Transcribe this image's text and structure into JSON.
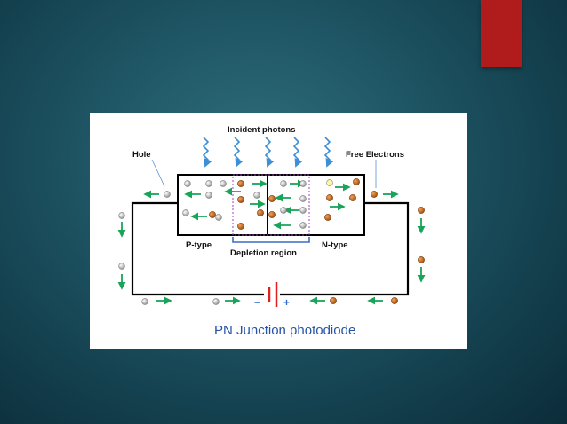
{
  "slide": {
    "accent_color": "#b01c1c",
    "background_color": "#1e5463"
  },
  "diagram": {
    "label_incident_photons": "Incident photons",
    "label_hole": "Hole",
    "label_free_electrons": "Free Electrons",
    "label_p_type": "P-type",
    "label_n_type": "N-type",
    "label_depletion_region": "Depletion region",
    "battery_minus": "−",
    "battery_plus": "+",
    "caption": "PN Junction photodiode",
    "colors": {
      "hole": "#d9d9d9",
      "electron": "#c2681f",
      "arrow": "#1aa45a",
      "photon": "#3a8fd8",
      "battery": "#e02020",
      "bracket": "#3a6fc0",
      "depletion_border": "#a040c0",
      "caption": "#2553a8"
    }
  }
}
